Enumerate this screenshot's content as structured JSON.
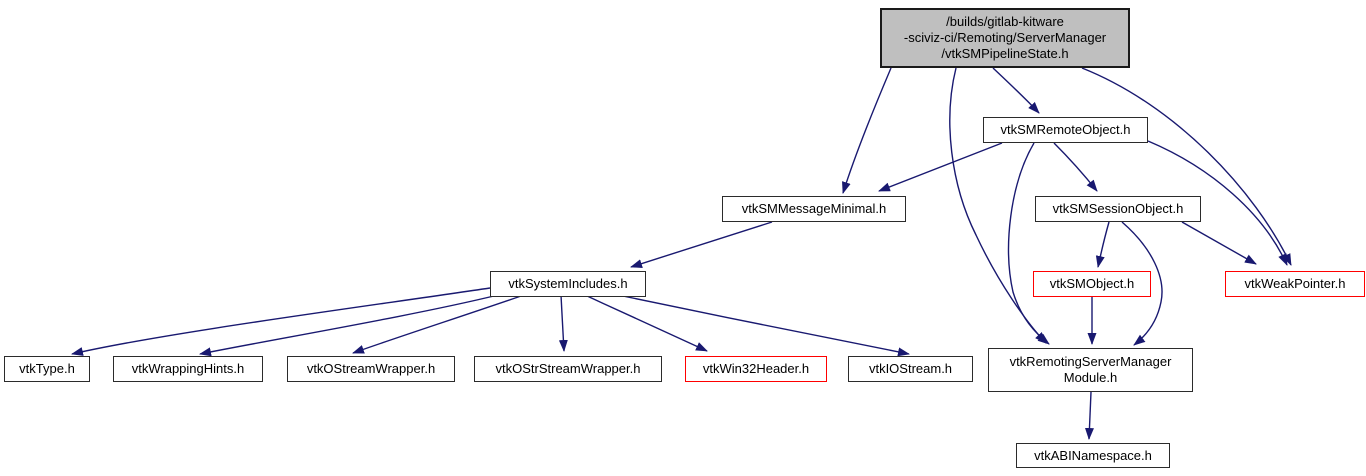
{
  "diagram": {
    "kind": "doxygen-include-dependency-graph",
    "colors": {
      "background": "#ffffff",
      "edge": "#191970",
      "node_border": "#2b2b2b",
      "node_fill": "#ffffff",
      "highlight_node_fill": "#bfbfbf",
      "truncated_node_border": "#ff0000",
      "text": "#000000"
    },
    "nodes": {
      "pipeline_state": {
        "label": "/builds/gitlab-kitware\n-sciviz-ci/Remoting/ServerManager\n/vtkSMPipelineState.h",
        "style": "highlighted"
      },
      "sm_remote_object": {
        "label": "vtkSMRemoteObject.h",
        "style": "normal"
      },
      "sm_message_minimal": {
        "label": "vtkSMMessageMinimal.h",
        "style": "normal"
      },
      "sm_session_object": {
        "label": "vtkSMSessionObject.h",
        "style": "normal"
      },
      "system_includes": {
        "label": "vtkSystemIncludes.h",
        "style": "normal"
      },
      "sm_object": {
        "label": "vtkSMObject.h",
        "style": "truncated"
      },
      "weak_pointer": {
        "label": "vtkWeakPointer.h",
        "style": "truncated"
      },
      "vtk_type": {
        "label": "vtkType.h",
        "style": "normal"
      },
      "wrapping_hints": {
        "label": "vtkWrappingHints.h",
        "style": "normal"
      },
      "ostream_wrapper": {
        "label": "vtkOStreamWrapper.h",
        "style": "normal"
      },
      "ostrstream_wrapper": {
        "label": "vtkOStrStreamWrapper.h",
        "style": "normal"
      },
      "win32_header": {
        "label": "vtkWin32Header.h",
        "style": "truncated"
      },
      "io_stream": {
        "label": "vtkIOStream.h",
        "style": "normal"
      },
      "remoting_module": {
        "label": "vtkRemotingServerManager\nModule.h",
        "style": "normal"
      },
      "abi_namespace": {
        "label": "vtkABINamespace.h",
        "style": "normal"
      }
    },
    "edges": [
      {
        "from": "pipeline_state",
        "to": "sm_remote_object"
      },
      {
        "from": "pipeline_state",
        "to": "sm_message_minimal"
      },
      {
        "from": "pipeline_state",
        "to": "remoting_module"
      },
      {
        "from": "pipeline_state",
        "to": "weak_pointer"
      },
      {
        "from": "sm_remote_object",
        "to": "sm_message_minimal"
      },
      {
        "from": "sm_remote_object",
        "to": "sm_session_object"
      },
      {
        "from": "sm_remote_object",
        "to": "weak_pointer"
      },
      {
        "from": "sm_remote_object",
        "to": "remoting_module"
      },
      {
        "from": "sm_session_object",
        "to": "sm_object"
      },
      {
        "from": "sm_session_object",
        "to": "weak_pointer"
      },
      {
        "from": "sm_session_object",
        "to": "remoting_module"
      },
      {
        "from": "sm_object",
        "to": "remoting_module"
      },
      {
        "from": "sm_message_minimal",
        "to": "system_includes"
      },
      {
        "from": "system_includes",
        "to": "vtk_type"
      },
      {
        "from": "system_includes",
        "to": "wrapping_hints"
      },
      {
        "from": "system_includes",
        "to": "ostream_wrapper"
      },
      {
        "from": "system_includes",
        "to": "ostrstream_wrapper"
      },
      {
        "from": "system_includes",
        "to": "win32_header"
      },
      {
        "from": "system_includes",
        "to": "io_stream"
      },
      {
        "from": "remoting_module",
        "to": "abi_namespace"
      }
    ]
  }
}
